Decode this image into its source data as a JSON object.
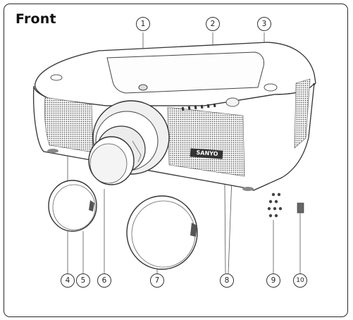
{
  "title": "Front",
  "callouts": [
    "1",
    "2",
    "3",
    "4",
    "5",
    "6",
    "7",
    "8",
    "9",
    "10"
  ],
  "brand_text": "SANYO"
}
